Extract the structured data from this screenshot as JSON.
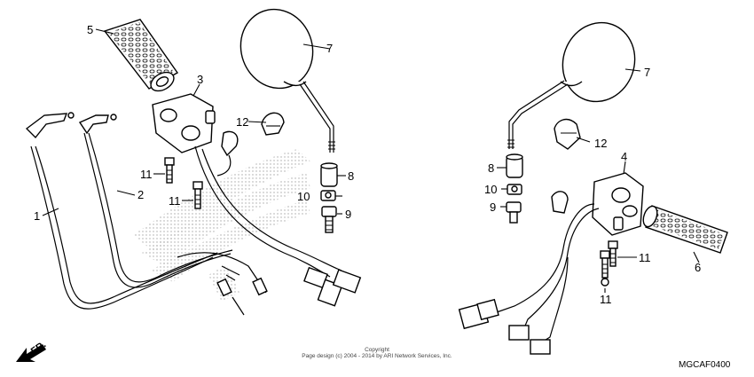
{
  "callouts": {
    "c1": "1",
    "c2": "2",
    "c3": "3",
    "c4": "4",
    "c5": "5",
    "c6": "6",
    "c7_left": "7",
    "c7_right": "7",
    "c8_left": "8",
    "c8_right": "8",
    "c9_left": "9",
    "c9_right": "9",
    "c10_left": "10",
    "c10_right": "10",
    "c11_a": "11",
    "c11_b": "11",
    "c11_c": "11",
    "c11_d": "11",
    "c12_left": "12",
    "c12_right": "12"
  },
  "copyright": {
    "line1": "Copyright",
    "line2": "Page design (c) 2004 - 2014 by ARI Network Services, Inc."
  },
  "diagram_code": "MGCAF0400",
  "direction_label": "FR."
}
